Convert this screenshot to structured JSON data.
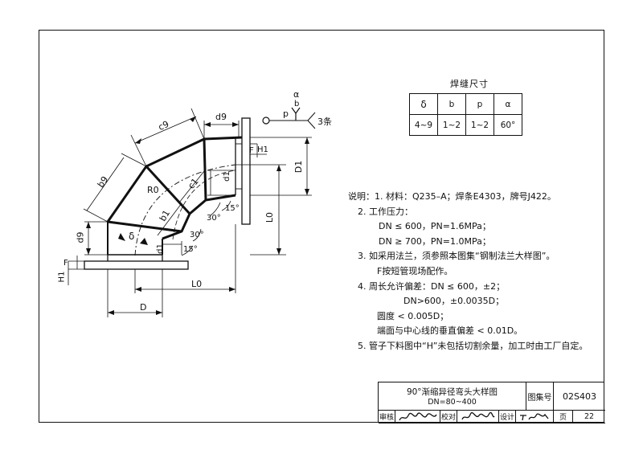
{
  "drawing": {
    "labels": {
      "alpha": "α",
      "b_top": "b",
      "p": "p",
      "weld_count": "3条",
      "d9_top": "d9",
      "c9": "c9",
      "b9": "b9",
      "R0": "R0",
      "c1": "c1",
      "b1": "b1",
      "d1_right": "d1",
      "d1_bottom": "d1",
      "d9_left": "d9",
      "delta": "δ",
      "F_top": "F",
      "H1_top": "H1",
      "D1": "D1",
      "L0_right": "L0",
      "L0_bottom": "L0",
      "D": "D",
      "F_left": "F",
      "H1_left": "H1",
      "angle_15_top": "15°",
      "angle_30_top": "30°",
      "angle_30_bottom": "30°",
      "angle_15_bottom": "15°"
    }
  },
  "weld_table": {
    "title": "焊缝尺寸",
    "headers": [
      "δ",
      "b",
      "p",
      "α"
    ],
    "values": [
      "4~9",
      "1~2",
      "1~2",
      "60°"
    ]
  },
  "notes": [
    "说明：1. 材料：Q235–A；焊条E4303，牌号J422。",
    "2. 工作压力：",
    "DN ≤ 600，PN=1.6MPa；",
    "DN ≥ 700，PN=1.0MPa；",
    "3. 如采用法兰，须参照本图集“钢制法兰大样图”。",
    "F按短管现场配作。",
    "4. 周长允许偏差：DN ≤ 600，±2；",
    "DN>600，±0.0035D；",
    "圆度 < 0.005D；",
    "端面与中心线的垂直偏差 < 0.01D。",
    "5. 管子下料图中“H”未包括切割余量，加工时由工厂自定。"
  ],
  "title_block": {
    "title": "90°渐缩异径弯头大样图",
    "subtitle": "DN=80~400",
    "atlas_label": "图集号",
    "atlas_no": "02S403",
    "page_label": "页",
    "page_no": "22",
    "review_label": "审核",
    "check_label": "校对",
    "design_label": "设计"
  }
}
